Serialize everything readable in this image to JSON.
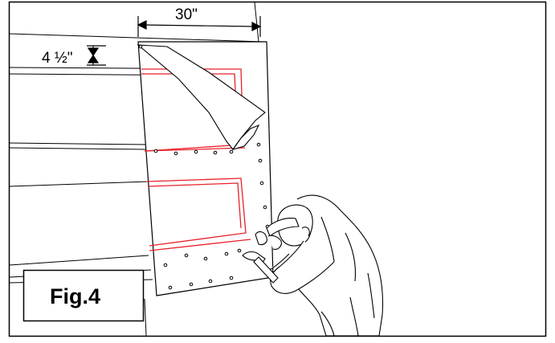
{
  "figure": {
    "label": "Fig.4",
    "dimensions": {
      "width_label": "30\"",
      "offset_label": "4 ½\""
    },
    "colors": {
      "line": "#000000",
      "highlight": "#e8202a",
      "background": "#ffffff"
    }
  }
}
